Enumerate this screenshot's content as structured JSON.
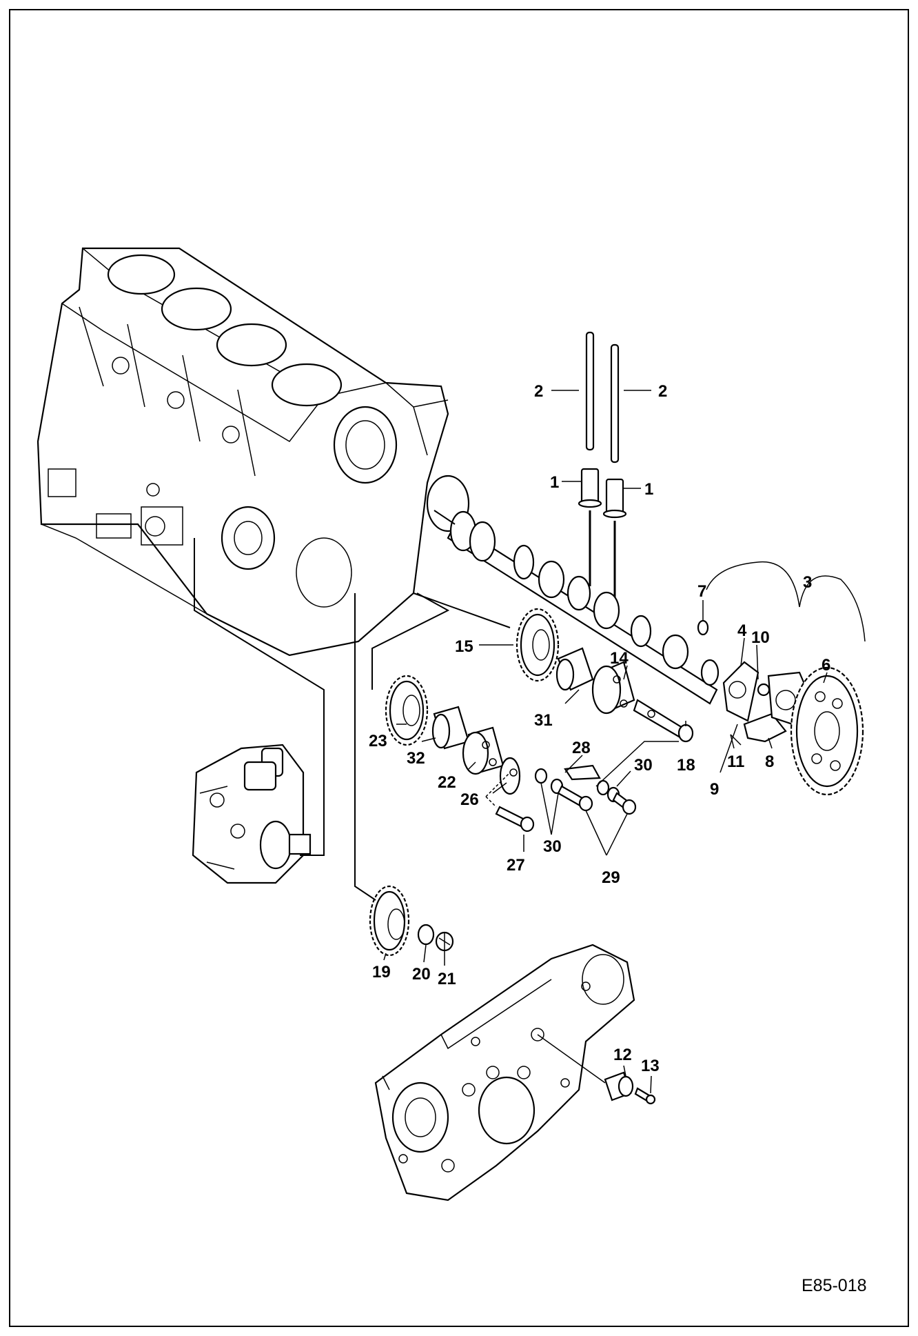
{
  "diagram": {
    "figure_id": "E85-018",
    "callouts": [
      "1",
      "1",
      "2",
      "2",
      "3",
      "4",
      "6",
      "7",
      "8",
      "9",
      "10",
      "11",
      "12",
      "13",
      "14",
      "15",
      "18",
      "19",
      "20",
      "21",
      "22",
      "23",
      "26",
      "27",
      "28",
      "29",
      "30",
      "30",
      "31",
      "32"
    ],
    "colors": {
      "ink": "#000000",
      "paper": "#ffffff",
      "shade": "#f2f2f2"
    }
  }
}
